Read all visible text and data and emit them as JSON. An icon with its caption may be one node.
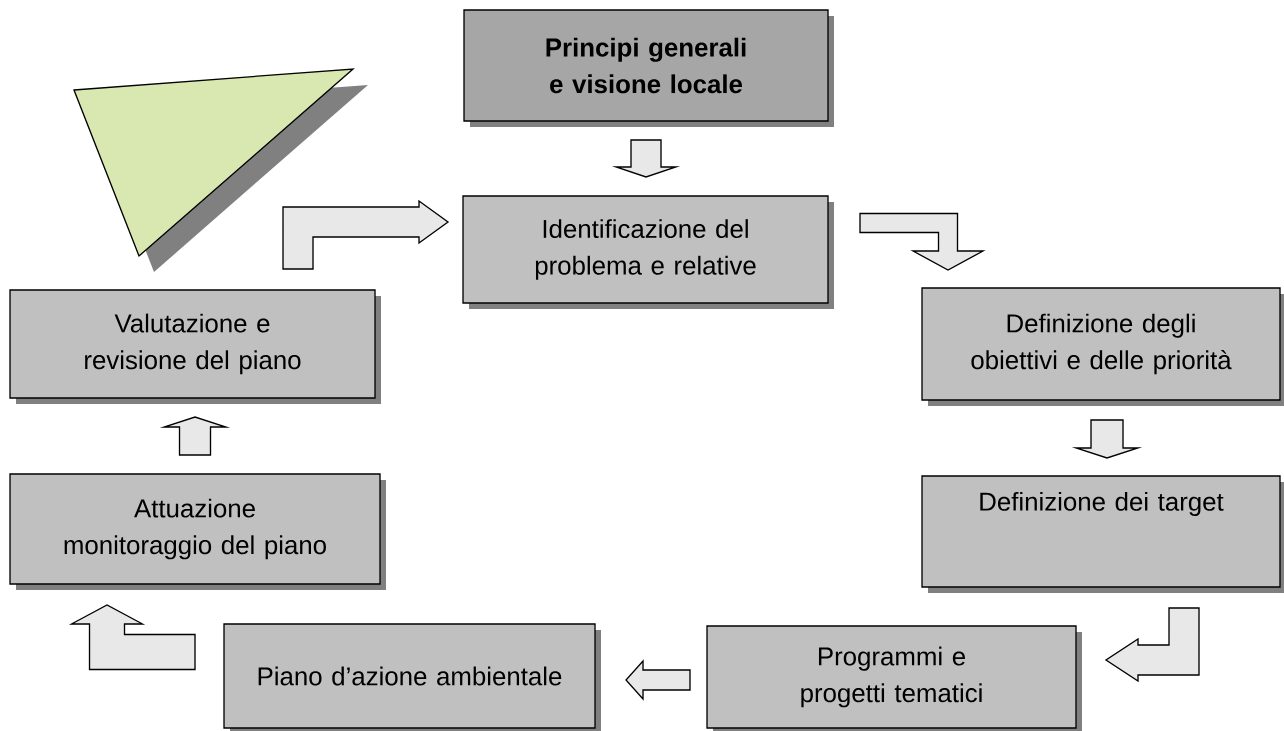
{
  "diagram": {
    "nodes": [
      {
        "text": [
          "Principi generali e visione locale"
        ]
      },
      {
        "text": [
          "Identificazione del problema e relative"
        ]
      },
      {
        "text": [
          "Definizione degli obiettivi e delle priorità"
        ]
      },
      {
        "text": [
          "Definizione dei target"
        ]
      },
      {
        "text": [
          "Programmi e progetti tematici"
        ]
      },
      {
        "text": [
          "Piano d’azione ambientale"
        ]
      },
      {
        "text": [
          "Attuazione monitoraggio del piano"
        ]
      },
      {
        "text": [
          "Valutazione e revisione del piano"
        ]
      }
    ],
    "edges": [
      {
        "from": 0,
        "to": 1,
        "arrow": "to"
      },
      {
        "from": 1,
        "to": 2,
        "arrow": "to"
      },
      {
        "from": 2,
        "to": 3,
        "arrow": "to"
      },
      {
        "from": 3,
        "to": 4,
        "arrow": "to"
      },
      {
        "from": 4,
        "to": 5,
        "arrow": "to"
      },
      {
        "from": 5,
        "to": 6,
        "arrow": "to"
      },
      {
        "from": 6,
        "to": 7,
        "arrow": "to"
      },
      {
        "from": 7,
        "to": 1,
        "arrow": "to"
      }
    ]
  }
}
